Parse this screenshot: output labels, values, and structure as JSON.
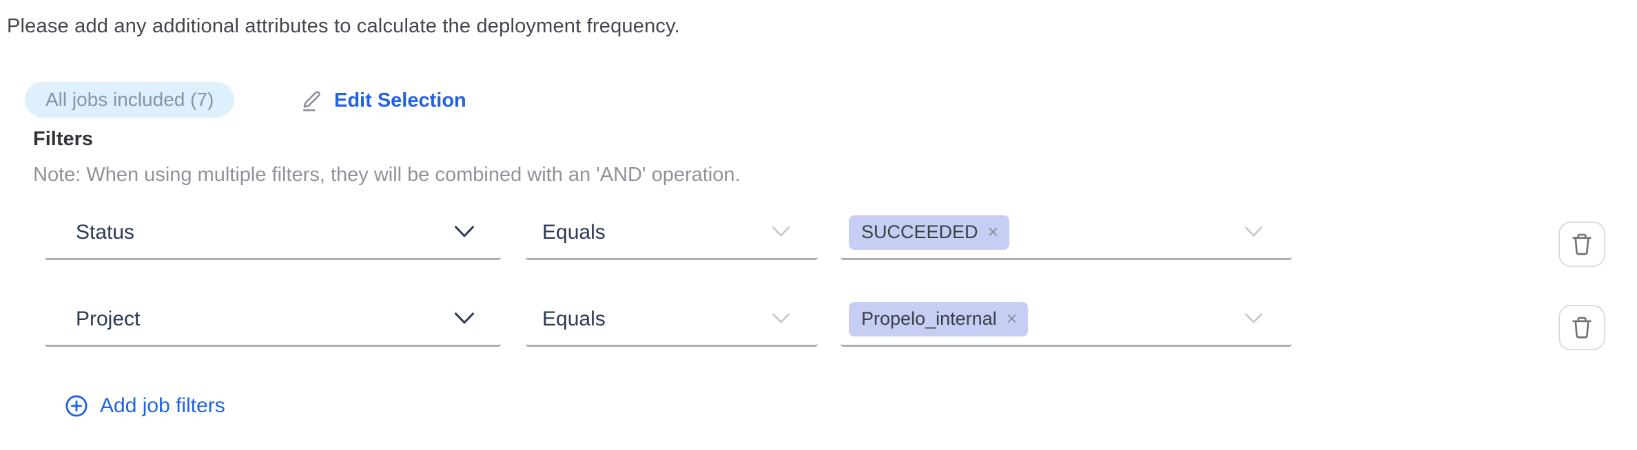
{
  "header": {
    "instruction": "Please add any additional attributes to calculate the deployment frequency."
  },
  "jobs": {
    "badge_label": "All jobs included (7)",
    "edit_label": "Edit Selection"
  },
  "filters": {
    "title": "Filters",
    "note": "Note: When using multiple filters, they will be combined with an 'AND' operation.",
    "rows": [
      {
        "attribute": "Status",
        "operator": "Equals",
        "values": [
          {
            "label": "SUCCEEDED"
          }
        ]
      },
      {
        "attribute": "Project",
        "operator": "Equals",
        "values": [
          {
            "label": "Propelo_internal"
          }
        ]
      }
    ],
    "add_label": "Add job filters"
  },
  "icons": {
    "tag_remove": "×"
  },
  "colors": {
    "accent_blue": "#2262e4",
    "badge_bg": "#def0fb",
    "badge_text": "#8793a4",
    "tag_bg": "#c6cef4",
    "select_text": "#2c3a57",
    "underline": "#a9adb4",
    "note_text": "#8f9298"
  }
}
